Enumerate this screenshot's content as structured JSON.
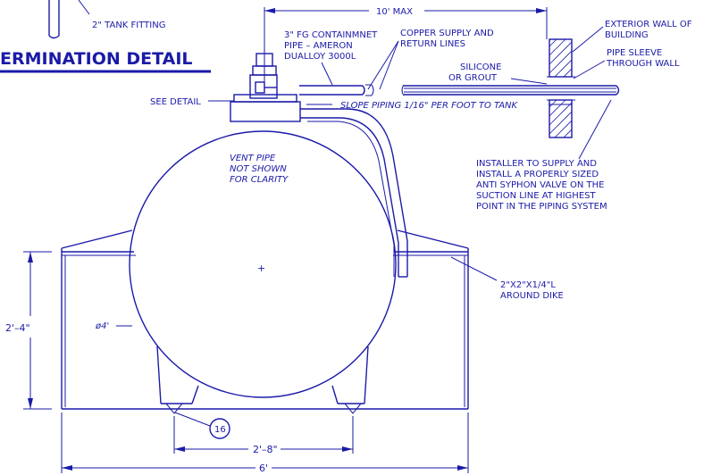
{
  "title": "ERMINATION DETAIL",
  "labels": {
    "tank_fitting": "2\" TANK FITTING",
    "ten_max": "10' MAX",
    "fg_pipe_1": "3\" FG CONTAINMNET",
    "fg_pipe_2": "PIPE – AMERON",
    "fg_pipe_3": "DUALLOY 3000L",
    "copper_1": "COPPER SUPPLY AND",
    "copper_2": "RETURN LINES",
    "ext_wall_1": "EXTERIOR WALL OF",
    "ext_wall_2": "BUILDING",
    "sleeve_1": "PIPE SLEEVE",
    "sleeve_2": "THROUGH WALL",
    "silicone_1": "SILICONE",
    "silicone_2": "OR GROUT",
    "see_detail": "SEE DETAIL",
    "slope": "SLOPE PIPING 1/16\" PER FOOT TO TANK",
    "vent_1": "VENT PIPE",
    "vent_2": "NOT SHOWN",
    "vent_3": "FOR CLARITY",
    "installer_1": "INSTALLER TO SUPPLY AND",
    "installer_2": "INSTALL A PROPERLY SIZED",
    "installer_3": "ANTI SYPHON VALVE ON THE",
    "installer_4": "SUCTION LINE AT HIGHEST",
    "installer_5": "POINT IN THE PIPING SYSTEM",
    "angle_1": "2\"X2\"X1/4\"L",
    "angle_2": "AROUND DIKE",
    "dia": "ø4'",
    "height": "2'–4\"",
    "saddle_span": "2'–8\"",
    "dike_width": "6'",
    "callout": "16",
    "center_mark": "+"
  }
}
